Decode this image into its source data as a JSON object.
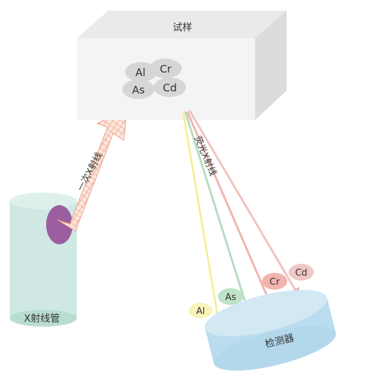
{
  "sample": {
    "label": "试样",
    "elements": [
      "Al",
      "Cr",
      "As",
      "Cd"
    ]
  },
  "tube": {
    "label": "X射线管"
  },
  "primary_ray": {
    "label": "一次X射线"
  },
  "fluorescent_ray": {
    "label": "荧光X射线"
  },
  "detector": {
    "label": "检测器"
  },
  "emissions": [
    {
      "label": "Al",
      "color": "#f5f09a"
    },
    {
      "label": "As",
      "color": "#b6dcc0"
    },
    {
      "label": "Cr",
      "color": "#f2b3ae"
    },
    {
      "label": "Cd",
      "color": "#efc2c0"
    }
  ],
  "colors": {
    "box_top": "#eaeaea",
    "box_front": "#f2f2f2",
    "box_side": "#dcdcdc",
    "tube": "#cfe8e3",
    "tube_source": "#9b5e9f",
    "primary_arrow": "#f2b8a5",
    "detector_top": "#cfe7f2",
    "detector_side": "#b9dcee",
    "element_chip": "#d8d8d8"
  }
}
